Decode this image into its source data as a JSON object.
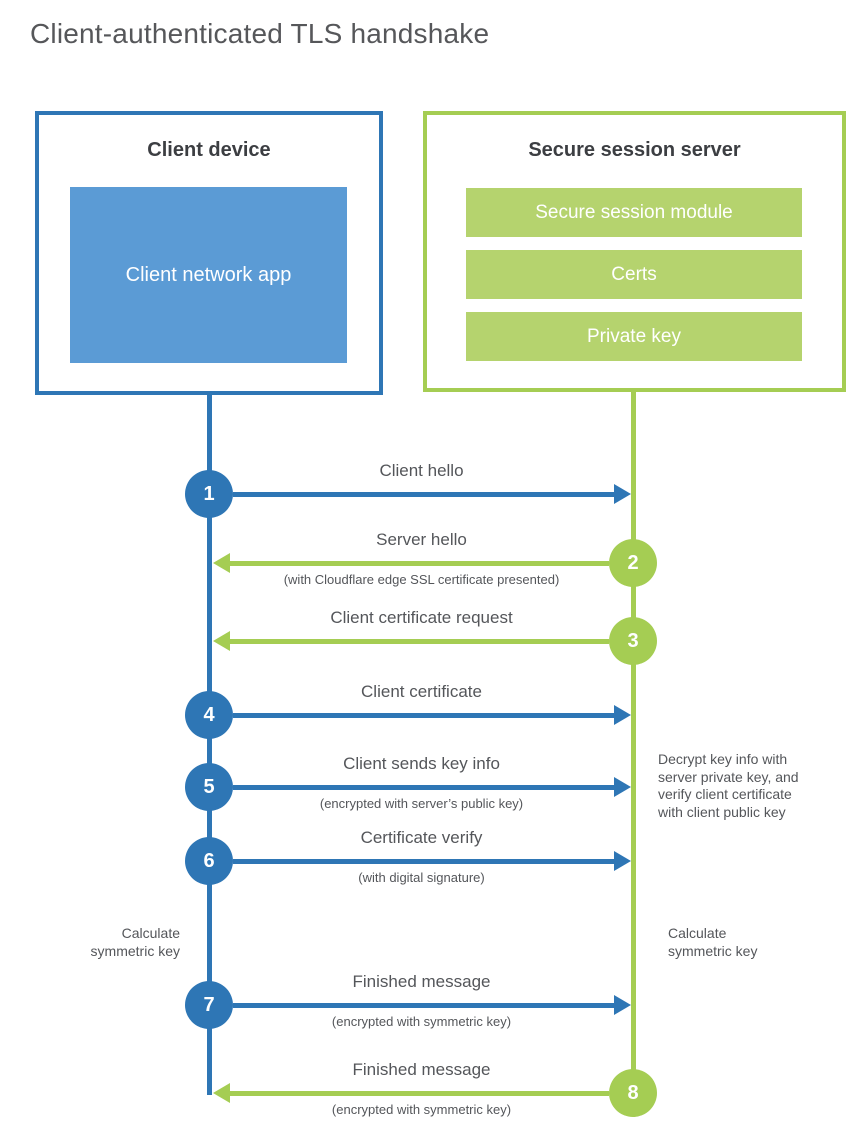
{
  "title": "Client-authenticated TLS handshake",
  "colors": {
    "client_accent": "#2e76b5",
    "client_fill": "#5b9bd5",
    "server_accent": "#a5cd53",
    "server_fill": "#b5d36e",
    "text": "#54565a"
  },
  "client_box": {
    "title": "Client device",
    "app_label": "Client network app"
  },
  "server_box": {
    "title": "Secure session server",
    "modules": [
      "Secure session module",
      "Certs",
      "Private key"
    ]
  },
  "steps": [
    {
      "number": "1",
      "from": "client",
      "to": "server",
      "direction": "right",
      "label": "Client hello",
      "sublabel": ""
    },
    {
      "number": "2",
      "from": "server",
      "to": "client",
      "direction": "left",
      "label": "Server hello",
      "sublabel": "(with Cloudflare edge SSL certificate presented)"
    },
    {
      "number": "3",
      "from": "server",
      "to": "client",
      "direction": "left",
      "label": "Client certificate request",
      "sublabel": ""
    },
    {
      "number": "4",
      "from": "client",
      "to": "server",
      "direction": "right",
      "label": "Client certificate",
      "sublabel": ""
    },
    {
      "number": "5",
      "from": "client",
      "to": "server",
      "direction": "right",
      "label": "Client sends key info",
      "sublabel": "(encrypted with server’s public key)"
    },
    {
      "number": "6",
      "from": "client",
      "to": "server",
      "direction": "right",
      "label": "Certificate verify",
      "sublabel": "(with digital signature)"
    },
    {
      "number": "7",
      "from": "client",
      "to": "server",
      "direction": "right",
      "label": "Finished message",
      "sublabel": "(encrypted with symmetric key)"
    },
    {
      "number": "8",
      "from": "server",
      "to": "client",
      "direction": "left",
      "label": "Finished message",
      "sublabel": "(encrypted with symmetric key)"
    }
  ],
  "notes": {
    "decrypt": {
      "lines": [
        "Decrypt key info with",
        "server private key, and",
        "verify client certificate",
        "with client public key"
      ]
    },
    "calc_left": {
      "lines": [
        "Calculate",
        "symmetric key"
      ]
    },
    "calc_right": {
      "lines": [
        "Calculate",
        "symmetric key"
      ]
    }
  }
}
